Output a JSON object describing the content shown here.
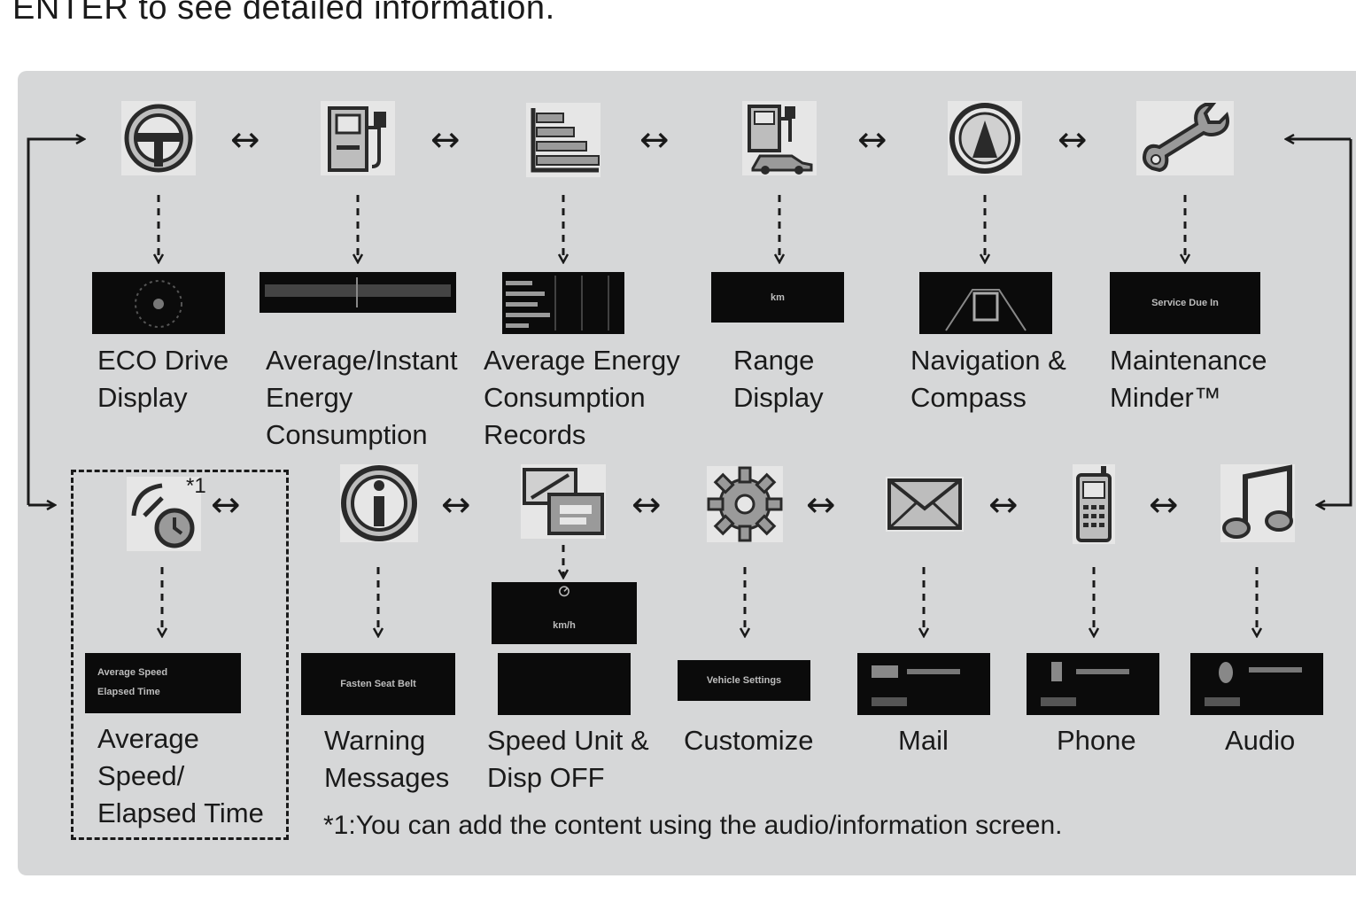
{
  "header_text": "ENTER to see detailed information.",
  "footnote": "*1:You can add the content using the audio/information screen.",
  "footnote_marker": "*1",
  "top_row": [
    {
      "icon": "steering-wheel-icon",
      "label_lines": [
        "ECO Drive",
        "Display"
      ]
    },
    {
      "icon": "charging-station-icon",
      "label_lines": [
        "Average/Instant",
        "Energy",
        "Consumption"
      ]
    },
    {
      "icon": "bar-records-icon",
      "label_lines": [
        "Average Energy",
        "Consumption",
        "Records"
      ]
    },
    {
      "icon": "range-car-icon",
      "label_lines": [
        "Range",
        "Display"
      ]
    },
    {
      "icon": "compass-icon",
      "label_lines": [
        "Navigation &",
        "Compass"
      ]
    },
    {
      "icon": "wrench-icon",
      "label_lines": [
        "Maintenance",
        "Minder™"
      ]
    }
  ],
  "bottom_row": [
    {
      "icon": "speed-time-icon",
      "label_lines": [
        "Average",
        "Speed/",
        "Elapsed Time"
      ]
    },
    {
      "icon": "info-icon",
      "label_lines": [
        "Warning",
        "Messages"
      ]
    },
    {
      "icon": "display-unit-icon",
      "label_lines": [
        "Speed Unit &",
        "Disp OFF"
      ]
    },
    {
      "icon": "gear-icon",
      "label_lines": [
        "Customize"
      ]
    },
    {
      "icon": "envelope-icon",
      "label_lines": [
        "Mail"
      ]
    },
    {
      "icon": "phone-icon",
      "label_lines": [
        "Phone"
      ]
    },
    {
      "icon": "music-note-icon",
      "label_lines": [
        "Audio"
      ]
    }
  ],
  "thumb_text": {
    "speed_unit": "km/h",
    "range": "km",
    "maintenance": "Service Due In",
    "warning": "Fasten Seat Belt",
    "customize": "Vehicle Settings",
    "avg_speed": "Average Speed",
    "elapsed": "Elapsed Time"
  },
  "arrow_symbol": "↔"
}
